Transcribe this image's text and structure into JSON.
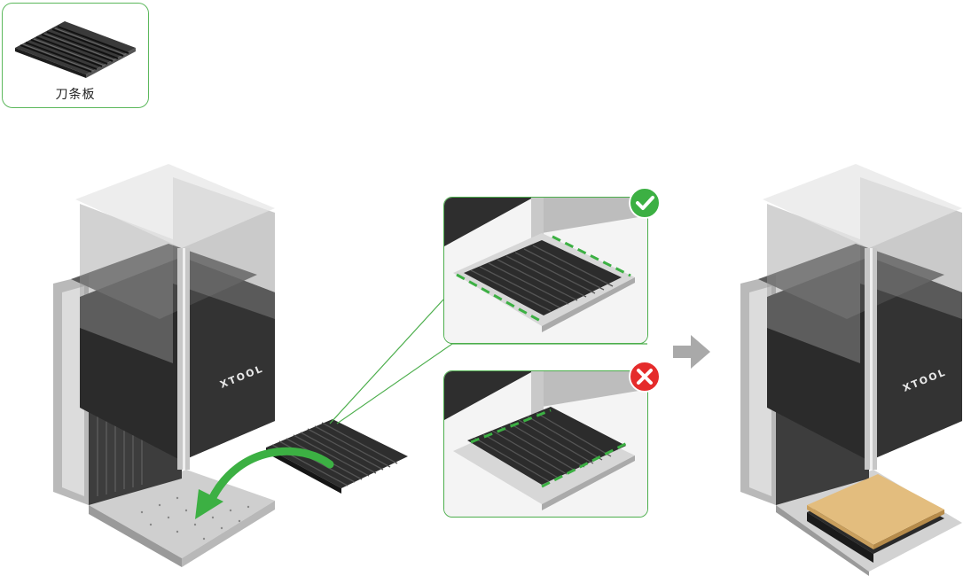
{
  "part_card": {
    "label": "刀条板",
    "icon": "blade-slats-icon"
  },
  "brand": "XTOOL",
  "callouts": {
    "correct": {
      "status": "correct",
      "badge_icon": "check-icon",
      "badge_color": "#3cb043"
    },
    "incorrect": {
      "status": "incorrect",
      "badge_icon": "close-icon",
      "badge_color": "#e52b2b"
    }
  },
  "colors": {
    "accent_green": "#3cb043",
    "error_red": "#e52b2b",
    "arrow_gray": "#a9a9a9",
    "wood": "#e3bd7e"
  }
}
